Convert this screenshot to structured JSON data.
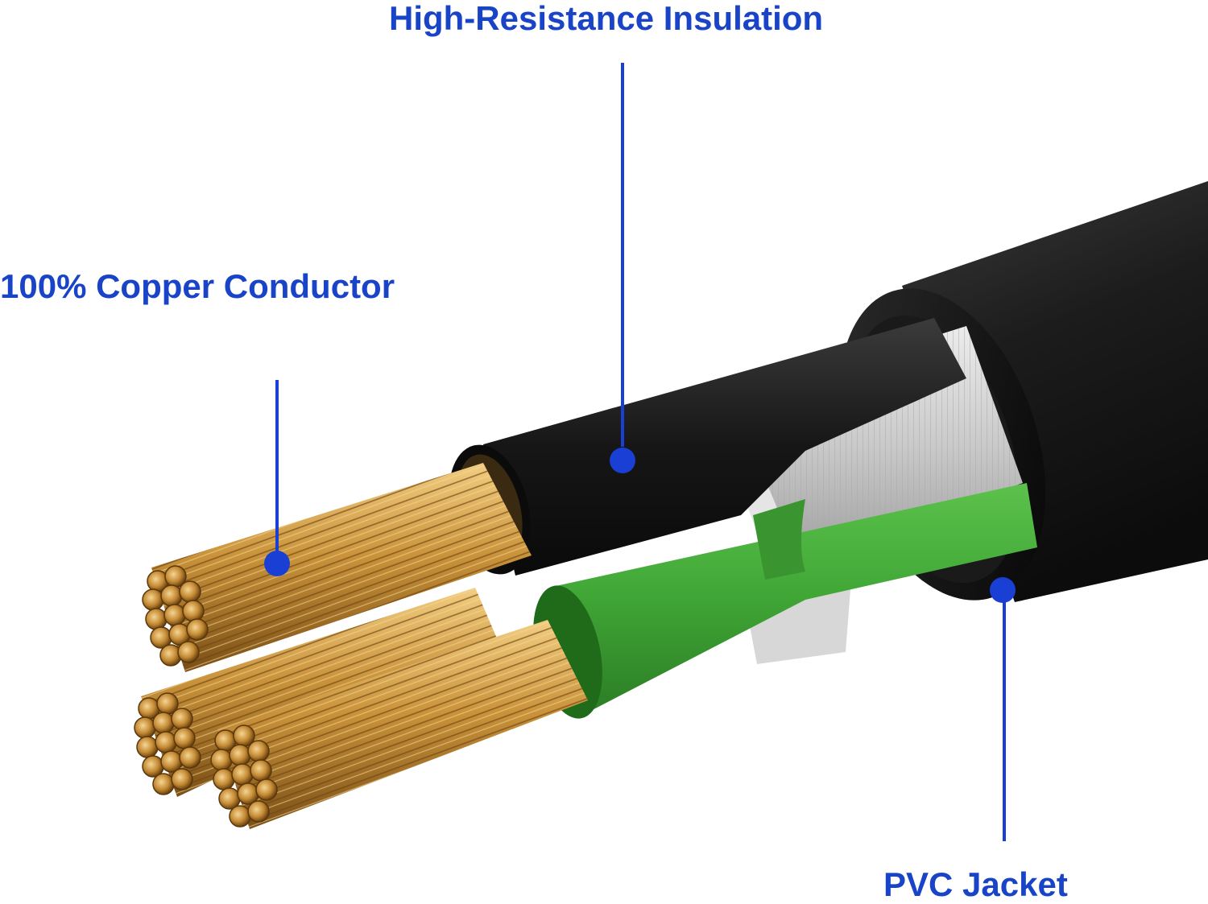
{
  "labels": {
    "insulation": "High-Resistance Insulation",
    "copper": "100% Copper Conductor",
    "jacket": "PVC Jacket"
  },
  "colors": {
    "label_blue": "#1a44c8",
    "marker_blue": "#1a3fd4",
    "jacket_black": "#1c1c1c",
    "insulation_black": "#141414",
    "ground_green": "#3fa535",
    "filler_gray": "#d2d2d2",
    "copper_gold": "#c9923a"
  }
}
